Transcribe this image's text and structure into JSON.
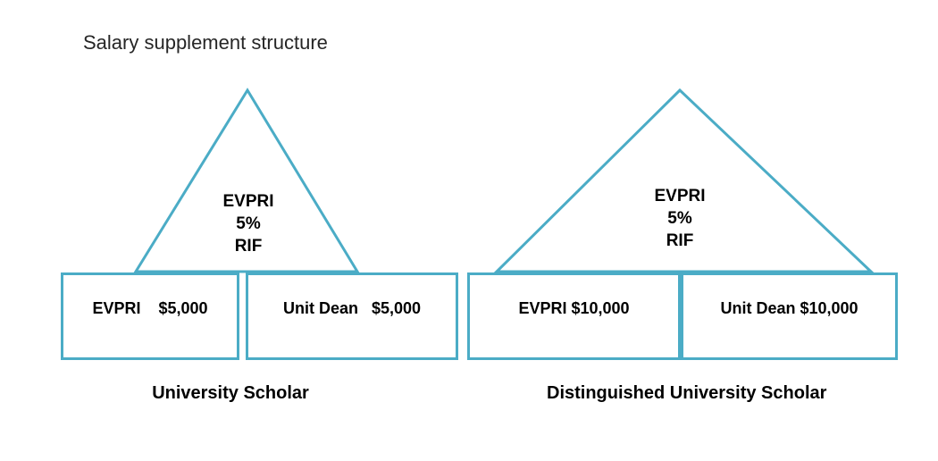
{
  "title": "Salary supplement structure",
  "colors": {
    "accent": "#4BACC6",
    "text": "#000000",
    "title_text": "#262626",
    "background": "#FFFFFF"
  },
  "diagrams": [
    {
      "caption": "University Scholar",
      "triangle_lines": [
        "EVPRI",
        "5%",
        "RIF"
      ],
      "boxes": [
        {
          "label": "EVPRI    $5,000"
        },
        {
          "label": "Unit Dean   $5,000"
        }
      ]
    },
    {
      "caption": "Distinguished University Scholar",
      "triangle_lines": [
        "EVPRI",
        "5%",
        "RIF"
      ],
      "boxes": [
        {
          "label": "EVPRI $10,000"
        },
        {
          "label": "Unit Dean $10,000"
        }
      ]
    }
  ]
}
